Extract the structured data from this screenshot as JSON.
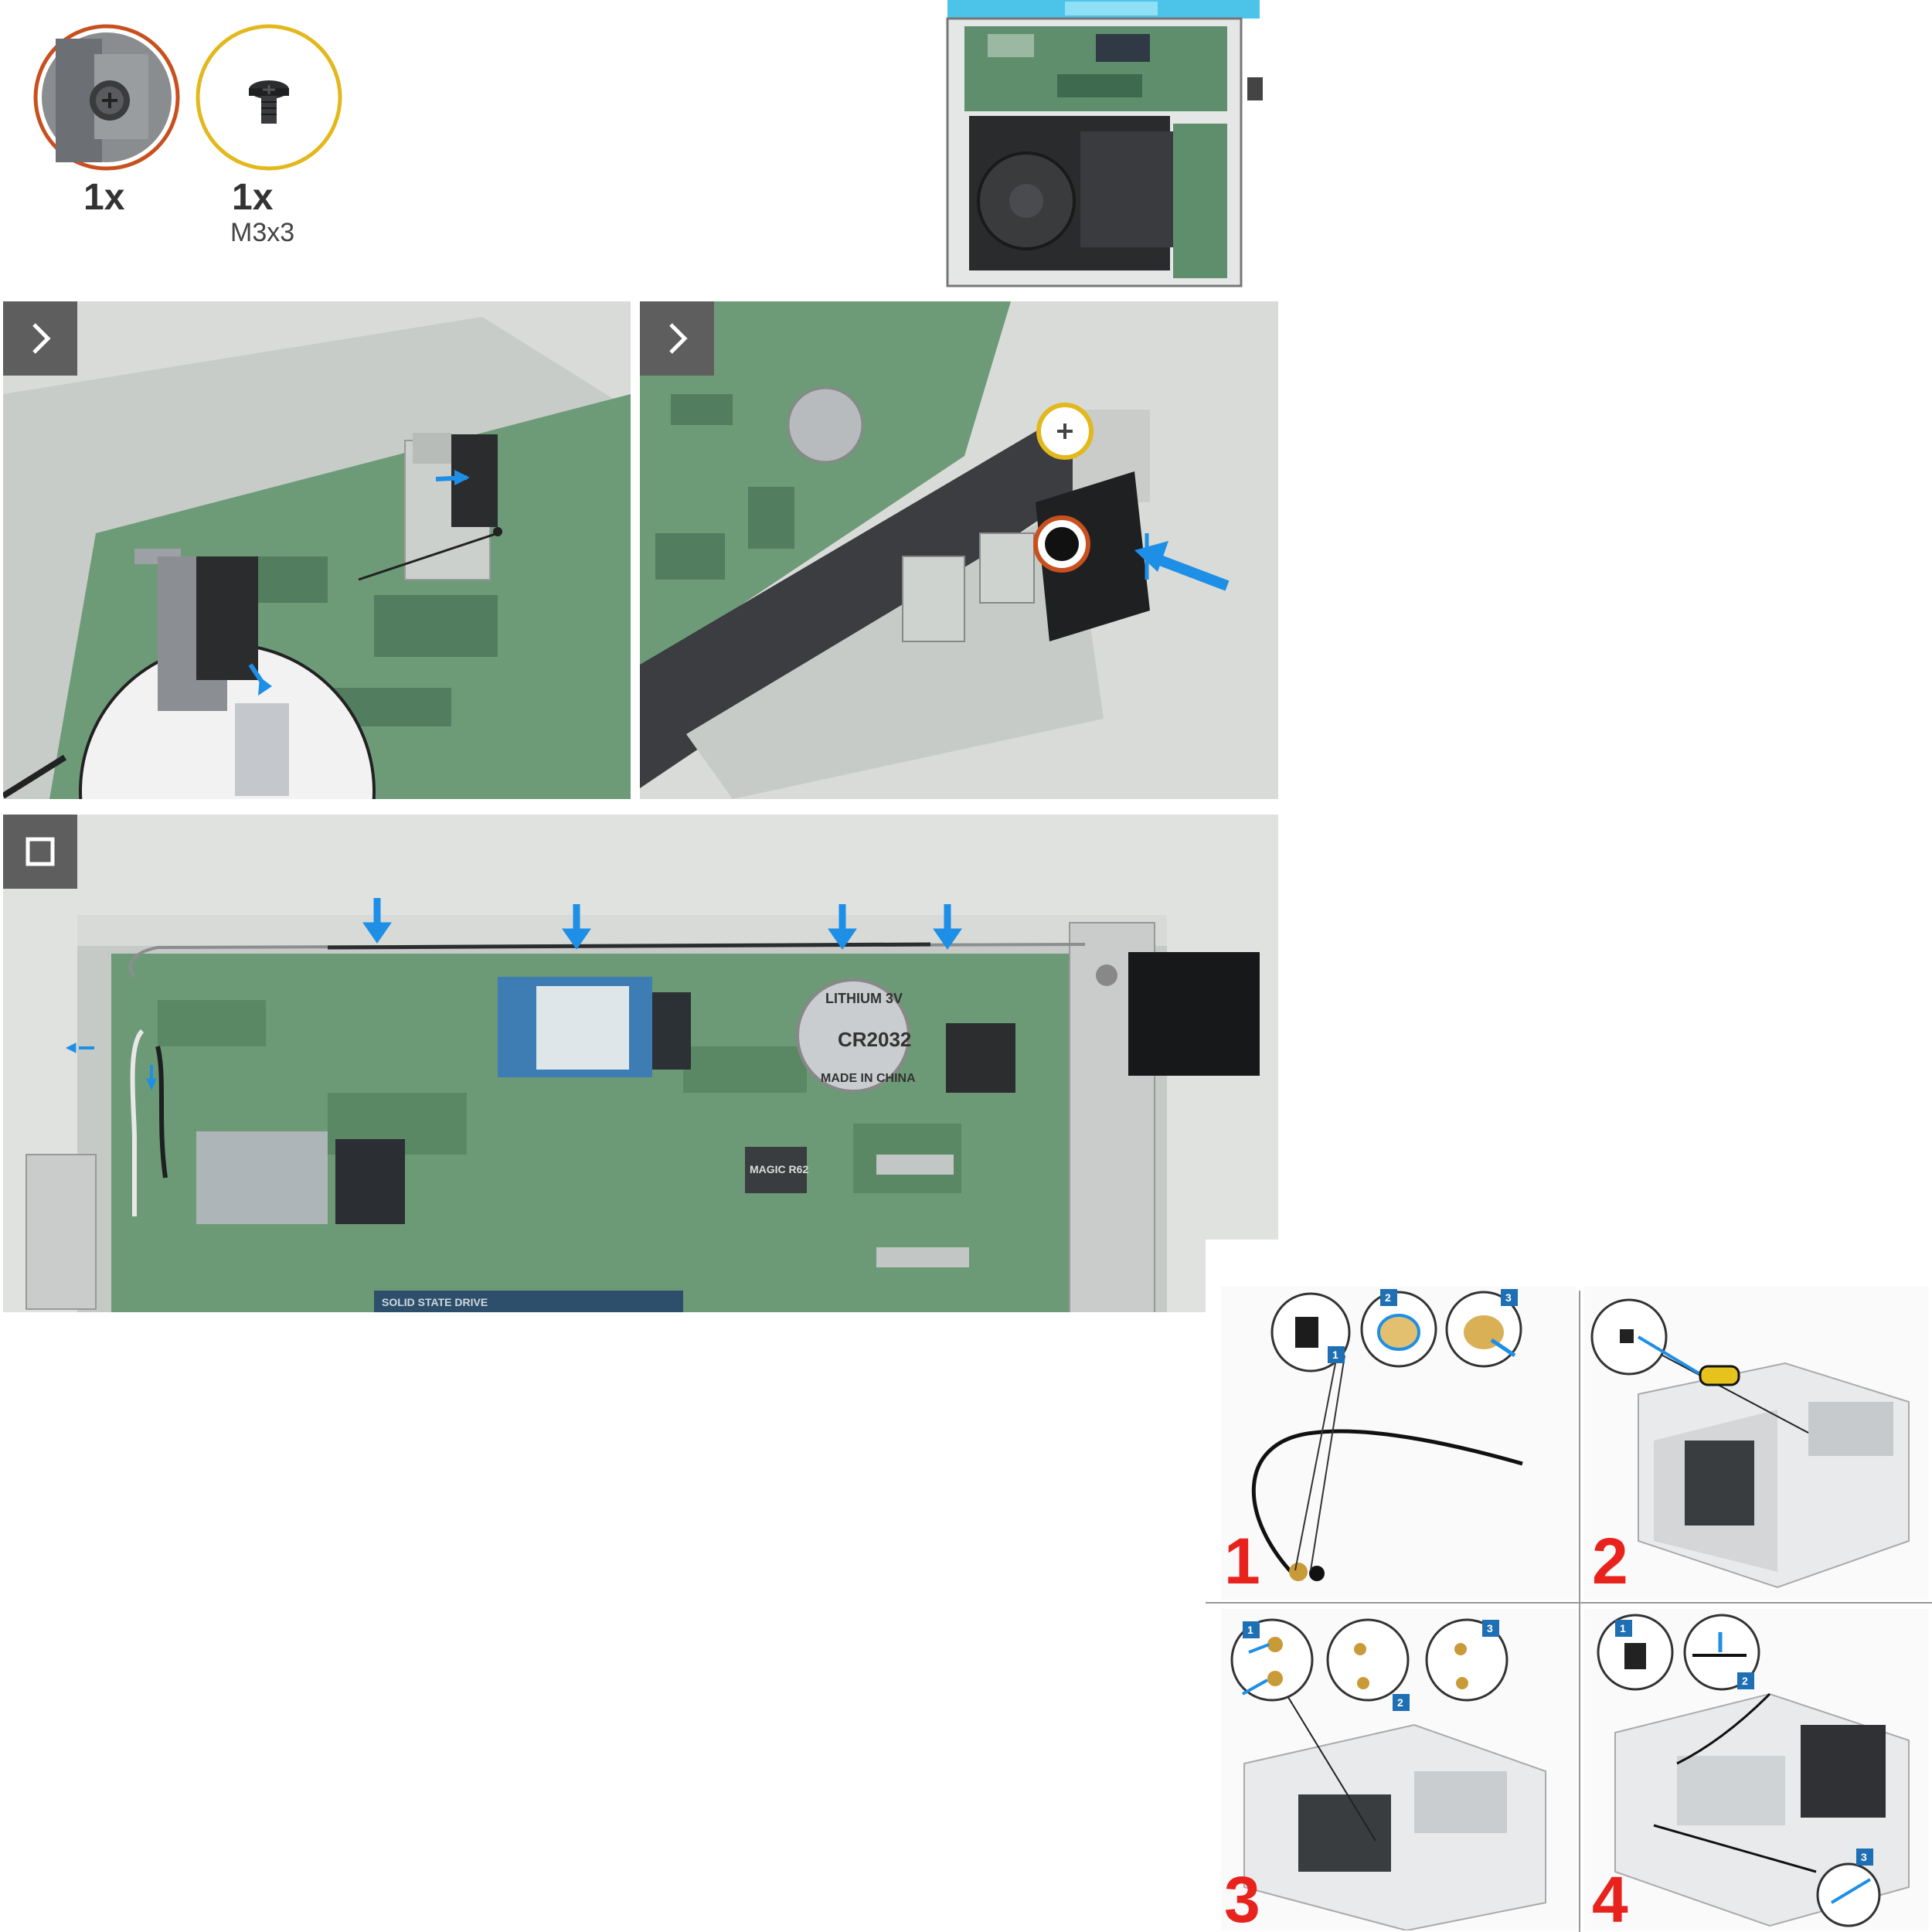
{
  "screws": [
    {
      "quantity": "1x",
      "spec": "",
      "icon": "screw-location-closeup-icon",
      "ring_color": "#c8501e"
    },
    {
      "quantity": "1x",
      "spec": "M3x3",
      "icon": "screw-m3x3-icon",
      "ring_color": "#e3b81c"
    }
  ],
  "panels": {
    "step1": {
      "button_icon": "chevron-right-icon"
    },
    "step2": {
      "button_icon": "chevron-right-icon"
    },
    "step3": {
      "button_icon": "square-stop-icon"
    }
  },
  "board_labels": {
    "battery_line1": "LITHIUM 3V",
    "battery_line2": "CR2032",
    "battery_line3": "MADE IN CHINA",
    "chip_label": "MAGIC R62",
    "ssd_label": "SOLID STATE DRIVE"
  },
  "external_steps": {
    "numbers": [
      "1",
      "2",
      "3",
      "4"
    ],
    "badges_1": [
      "1",
      "2",
      "3"
    ],
    "badges_3": [
      "1",
      "2",
      "3"
    ],
    "badges_4": [
      "1",
      "2",
      "3"
    ]
  },
  "colors": {
    "arrow_blue": "#1e8fe6",
    "step_number_red": "#e8231d",
    "button_gray": "#5e5e5e",
    "ring_orange": "#c8501e",
    "ring_yellow": "#e3b81c"
  }
}
